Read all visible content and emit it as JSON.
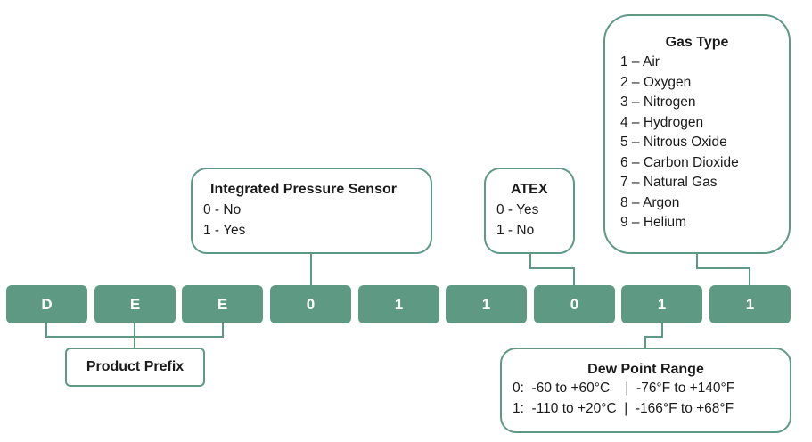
{
  "code_segments": [
    "D",
    "E",
    "E",
    "0",
    "1",
    "1",
    "0",
    "1",
    "1"
  ],
  "integrated_pressure_sensor": {
    "title": "Integrated Pressure Sensor",
    "options": [
      "0 - No",
      "1 - Yes"
    ]
  },
  "atex": {
    "title": "ATEX",
    "options": [
      "0 - Yes",
      "1 - No"
    ]
  },
  "gas_type": {
    "title": "Gas Type",
    "options": [
      "1 – Air",
      "2 – Oxygen",
      "3 – Nitrogen",
      "4 – Hydrogen",
      "5 – Nitrous Oxide",
      "6 – Carbon Dioxide",
      "7 – Natural Gas",
      "8 – Argon",
      "9 – Helium"
    ]
  },
  "product_prefix": {
    "title": "Product Prefix"
  },
  "dew_point_range": {
    "title": "Dew Point Range",
    "options": [
      "0:  -60 to +60°C    |  -76°F to +140°F",
      "1:  -110 to +20°C  |  -166°F to +68°F"
    ]
  },
  "colors": {
    "accent": "#5e9a83",
    "box_text": "#ffffff",
    "text": "#1a1a1a"
  }
}
